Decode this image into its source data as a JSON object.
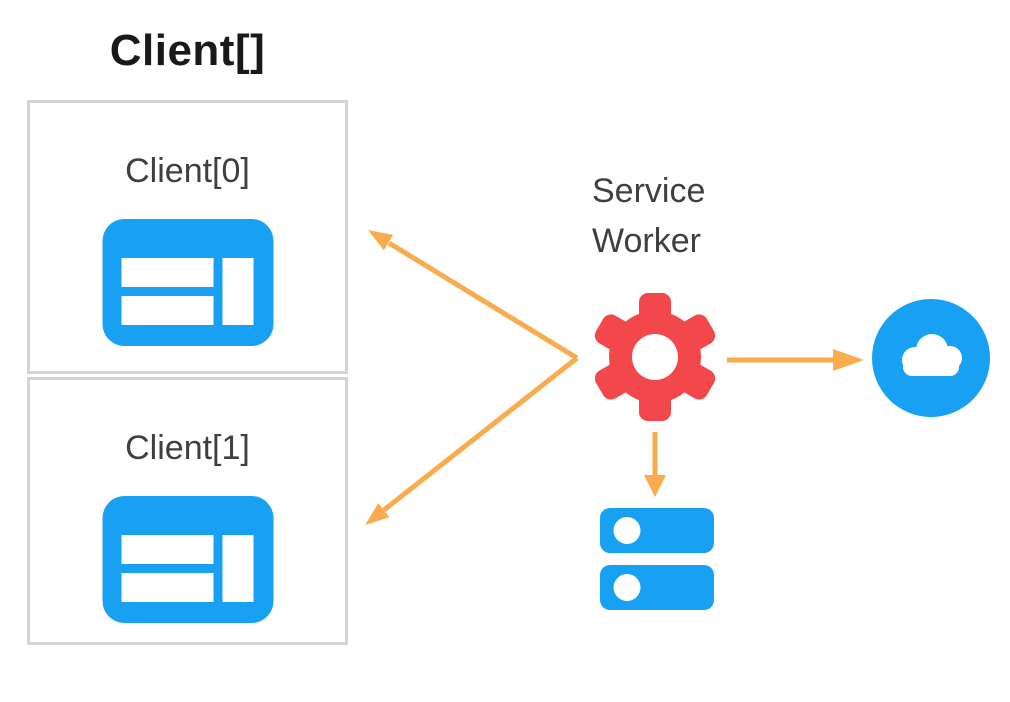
{
  "diagram": {
    "title": "Client[]",
    "clients": [
      {
        "label": "Client[0]",
        "icon": "browser-window-icon"
      },
      {
        "label": "Client[1]",
        "icon": "browser-window-icon"
      }
    ],
    "service_worker": {
      "label": "Service Worker",
      "icon": "gear-icon"
    },
    "network": {
      "icon": "cloud-icon"
    },
    "storage": {
      "icon": "storage-server-icon"
    },
    "arrows": [
      {
        "name": "service-worker-to-client0",
        "direction": "up-left"
      },
      {
        "name": "service-worker-to-client1",
        "direction": "down-left"
      },
      {
        "name": "service-worker-to-network",
        "direction": "right"
      },
      {
        "name": "service-worker-to-storage",
        "direction": "down"
      }
    ]
  },
  "colors": {
    "bg": "#ffffff",
    "title-color": "#191919",
    "text-dark": "#3c4043",
    "box-border": "#d4d4d4",
    "blue": "#18a1f2",
    "red": "#f2484c",
    "orange": "#f9ab4d"
  }
}
